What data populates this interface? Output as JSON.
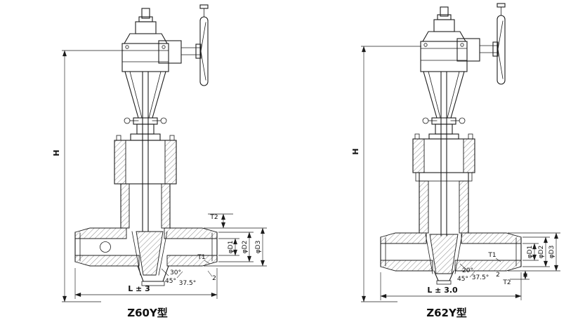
{
  "page": {
    "background": "#ffffff",
    "line_color": "#1c1c1c"
  },
  "valves": {
    "left": {
      "title": "Z60Y型",
      "dim_H": "H",
      "dim_L": "L ± 3",
      "dim_T1": "T1",
      "dim_T2": "T2",
      "dim_D1": "φD1",
      "dim_D2": "φD2",
      "dim_D3": "φD3",
      "angle_1": "30°",
      "angle_2": "45°",
      "angle_3": "37.5°",
      "seat_width": "2"
    },
    "right": {
      "title": "Z62Y型",
      "dim_H": "H",
      "dim_L": "L ± 3.0",
      "dim_T1": "T1",
      "dim_T2": "T2",
      "dim_D1": "φD1",
      "dim_D2": "φD2",
      "dim_D3": "φD3",
      "angle_1": "20°",
      "angle_2": "45°",
      "angle_3": "37.5°",
      "seat_width": "2"
    }
  }
}
